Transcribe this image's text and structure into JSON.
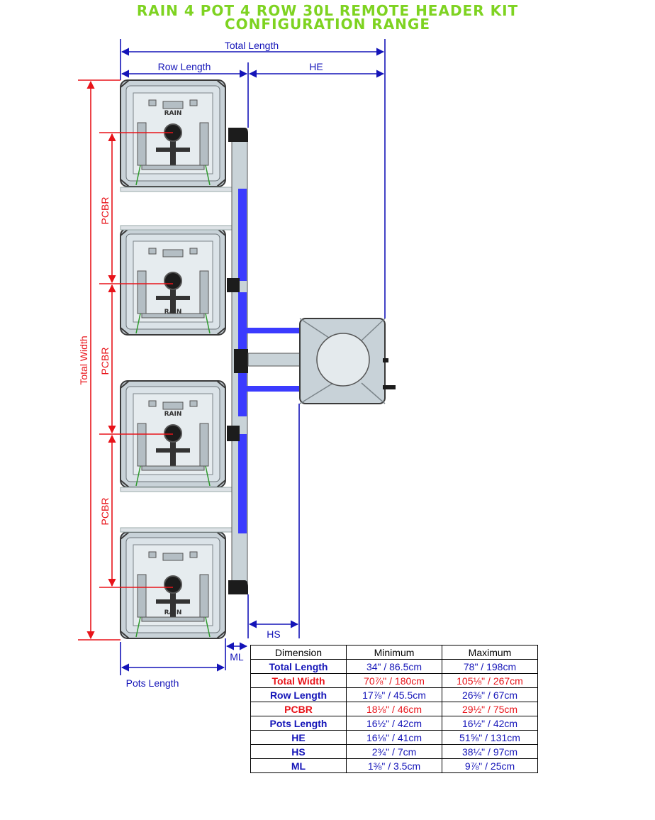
{
  "title": {
    "line1": "RAIN 4 POT 4 ROW 30L REMOTE HEADER KIT",
    "line2": "CONFIGURATION RANGE"
  },
  "labels": {
    "total_length": "Total Length",
    "row_length": "Row Length",
    "he": "HE",
    "total_width": "Total Width",
    "pcbr": "PCBR",
    "hs": "HS",
    "ml": "ML",
    "pots_length": "Pots Length"
  },
  "pot_logo_text": "RAIN",
  "colors": {
    "title_green": "#7ed321",
    "dim_blue": "#1414b8",
    "dim_red": "#e8141a",
    "pot_fill": "#c8d2d8",
    "pipe_fill": "#3b3bff"
  },
  "table": {
    "headers": [
      "Dimension",
      "Minimum",
      "Maximum"
    ],
    "rows": [
      {
        "dimension": "Total Length",
        "minimum": "34\" / 86.5cm",
        "maximum": "78\" / 198cm",
        "color": "blue"
      },
      {
        "dimension": "Total Width",
        "minimum": "70⅞\" / 180cm",
        "maximum": "105⅛\" / 267cm",
        "color": "red"
      },
      {
        "dimension": "Row Length",
        "minimum": "17⅞\" / 45.5cm",
        "maximum": "26⅜\" / 67cm",
        "color": "blue"
      },
      {
        "dimension": "PCBR",
        "minimum": "18⅛\" / 46cm",
        "maximum": "29½\" / 75cm",
        "color": "red"
      },
      {
        "dimension": "Pots Length",
        "minimum": "16½\" / 42cm",
        "maximum": "16½\" / 42cm",
        "color": "blue"
      },
      {
        "dimension": "HE",
        "minimum": "16⅛\" / 41cm",
        "maximum": "51⅝\" / 131cm",
        "color": "blue"
      },
      {
        "dimension": "HS",
        "minimum": "2¾\" / 7cm",
        "maximum": "38¼\" / 97cm",
        "color": "blue"
      },
      {
        "dimension": "ML",
        "minimum": "1⅜\" / 3.5cm",
        "maximum": "9⅞\" / 25cm",
        "color": "blue"
      }
    ]
  }
}
